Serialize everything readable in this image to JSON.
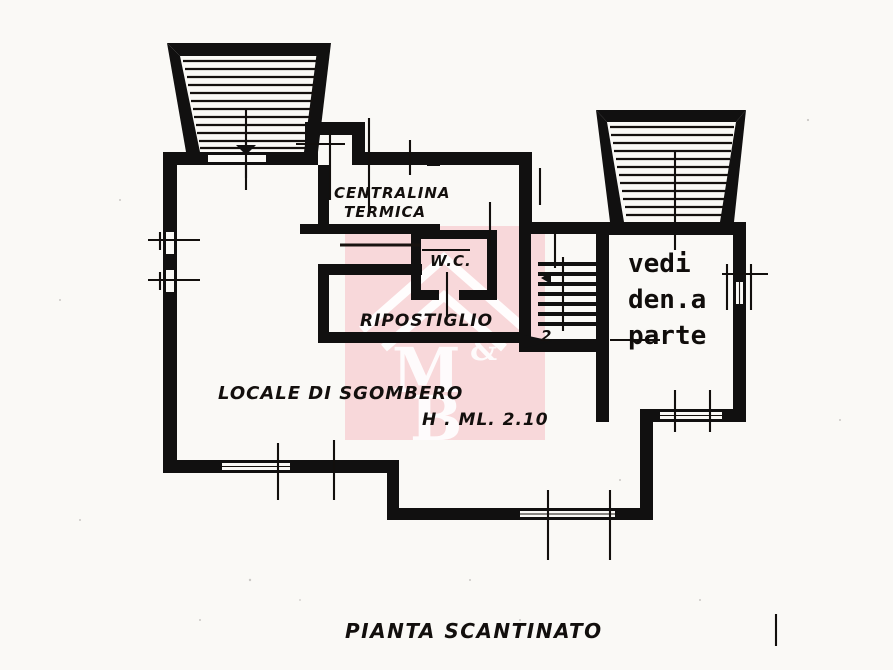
{
  "document": {
    "type": "architectural-floor-plan",
    "caption": "PIANTA SCANTINATO",
    "background_color": "#faf9f6",
    "ink_color": "#111010"
  },
  "watermark": {
    "tint_color": "#f7d3d6",
    "letter_m": "M",
    "ampersand": "&",
    "letter_b": "B"
  },
  "rooms": [
    {
      "id": "centralina-termica",
      "line1": "CENTRALINA",
      "line2": "TERMICA"
    },
    {
      "id": "wc",
      "label": "W.C."
    },
    {
      "id": "ripostiglio",
      "label": "RIPOSTIGLIO"
    },
    {
      "id": "locale-di-sgombero",
      "line1": "LOCALE  DI   SGOMBERO",
      "line2": "H . ML. 2.10"
    },
    {
      "id": "vedi-den-a-parte",
      "line1": "vedi",
      "line2": "den.a",
      "line3": "parte"
    }
  ],
  "annotations": {
    "stair_direction_marker": "arrow-up",
    "stair_tread_count": 7
  }
}
